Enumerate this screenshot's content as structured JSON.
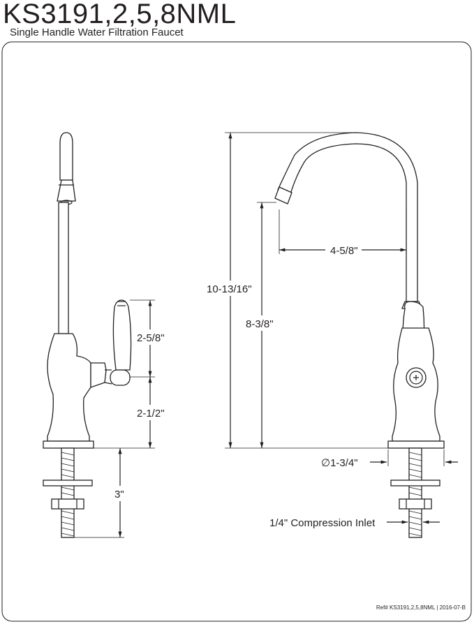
{
  "header": {
    "model": "KS3191,2,5,8NML",
    "product_name": "Single Handle Water Filtration Faucet"
  },
  "dimensions": {
    "side_handle_height": "2-5/8\"",
    "side_base_to_handle": "2-1/2\"",
    "side_shank_length": "3\"",
    "front_total_height": "10-13/16\"",
    "front_spout_height": "8-3/8\"",
    "front_spout_reach": "4-5/8\"",
    "base_diameter": "∅1-3/4\"",
    "inlet": "1/4\" Compression Inlet"
  },
  "footer": {
    "reference": "Ref# KS3191,2,5,8NML  |  2016-07-B"
  }
}
